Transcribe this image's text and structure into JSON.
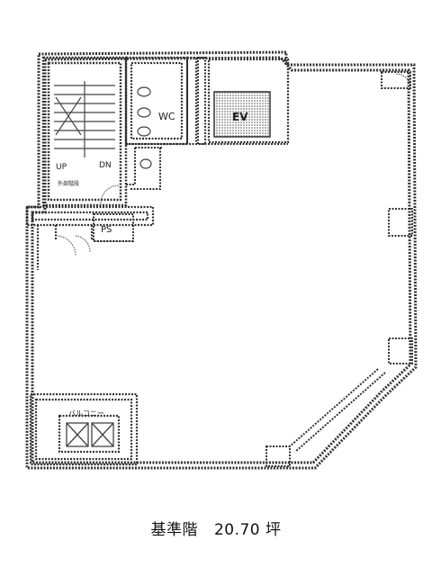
{
  "plan": {
    "labels": {
      "up": "UP",
      "dn": "DN",
      "wc": "WC",
      "ev": "EV",
      "ps": "PS",
      "stair_note": "外部階段",
      "balcony": "バルコニー"
    }
  },
  "caption": {
    "floor": "基準階",
    "area": "20.70 坪"
  }
}
